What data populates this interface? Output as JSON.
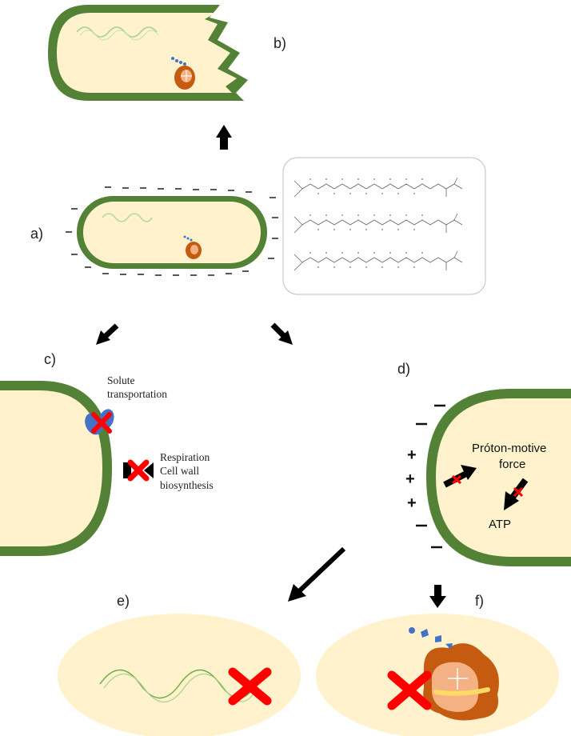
{
  "labels": {
    "a": "a)",
    "b": "b)",
    "c": "c)",
    "d": "d)",
    "e": "e)",
    "f": "f)"
  },
  "panel_c": {
    "solute_line1": "Solute",
    "solute_line2": "transportation",
    "resp_line1": "Respiration",
    "resp_line2": "Cell wall",
    "resp_line3": "biosynthesis"
  },
  "panel_d": {
    "pmf_line1": "Próton-motive",
    "pmf_line2": "force",
    "atp": "ATP",
    "signs": [
      "+",
      "+",
      "+"
    ],
    "neg": "−"
  },
  "colors": {
    "membrane": "#538135",
    "cytoplasm": "#fff2cc",
    "cross": "#ff0000",
    "ribosome": "#c55a11",
    "transporter": "#4472c4",
    "arrow": "#000000"
  }
}
